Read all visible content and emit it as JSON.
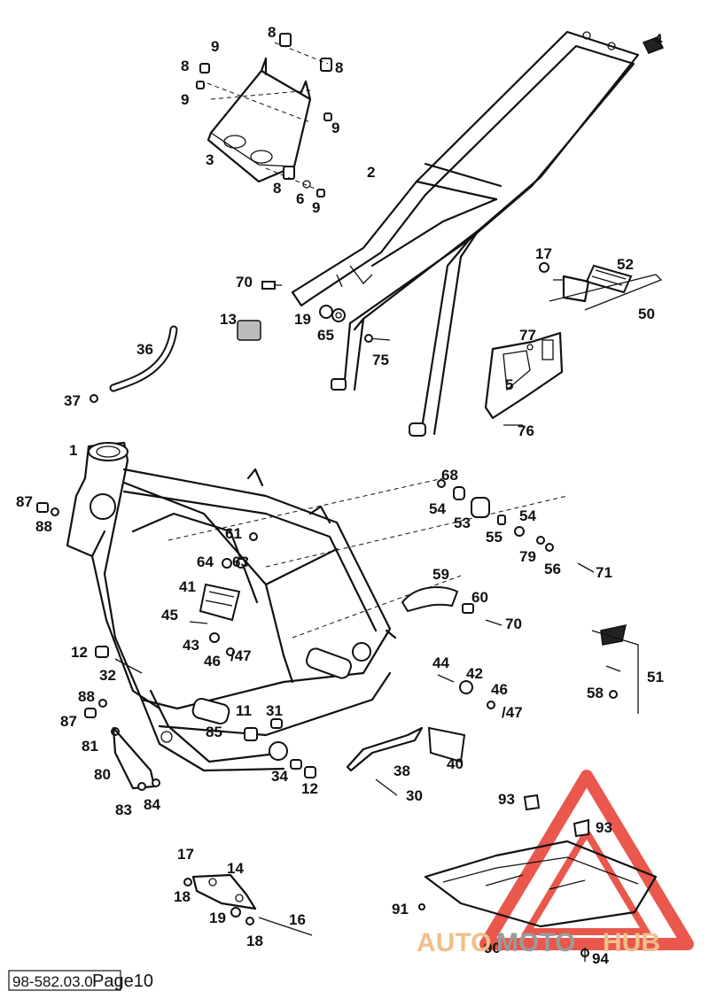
{
  "diagram": {
    "labels": [
      {
        "id": "l1",
        "text": "9"
      },
      {
        "id": "l2",
        "text": "8"
      },
      {
        "id": "l3",
        "text": "8"
      },
      {
        "id": "l4",
        "text": "8"
      },
      {
        "id": "l5",
        "text": "9"
      },
      {
        "id": "l6",
        "text": "9"
      },
      {
        "id": "l7",
        "text": "3"
      },
      {
        "id": "l8",
        "text": "8"
      },
      {
        "id": "l9",
        "text": "6"
      },
      {
        "id": "l10",
        "text": "9"
      },
      {
        "id": "l11",
        "text": "4"
      },
      {
        "id": "l12",
        "text": "2"
      },
      {
        "id": "l13",
        "text": "17"
      },
      {
        "id": "l14",
        "text": "52"
      },
      {
        "id": "l15",
        "text": "50"
      },
      {
        "id": "l16",
        "text": "70"
      },
      {
        "id": "l17",
        "text": "13"
      },
      {
        "id": "l18",
        "text": "19"
      },
      {
        "id": "l19",
        "text": "65"
      },
      {
        "id": "l20",
        "text": "75"
      },
      {
        "id": "l21",
        "text": "77"
      },
      {
        "id": "l22",
        "text": "5"
      },
      {
        "id": "l23",
        "text": "76"
      },
      {
        "id": "l24",
        "text": "36"
      },
      {
        "id": "l25",
        "text": "37"
      },
      {
        "id": "l26",
        "text": "1"
      },
      {
        "id": "l27",
        "text": "87"
      },
      {
        "id": "l28",
        "text": "88"
      },
      {
        "id": "l29",
        "text": "68"
      },
      {
        "id": "l30",
        "text": "54"
      },
      {
        "id": "l31",
        "text": "53"
      },
      {
        "id": "l32",
        "text": "54"
      },
      {
        "id": "l33",
        "text": "55"
      },
      {
        "id": "l34",
        "text": "61"
      },
      {
        "id": "l35",
        "text": "64"
      },
      {
        "id": "l36",
        "text": "63"
      },
      {
        "id": "l37",
        "text": "79"
      },
      {
        "id": "l38",
        "text": "56"
      },
      {
        "id": "l39",
        "text": "71"
      },
      {
        "id": "l40",
        "text": "41"
      },
      {
        "id": "l41",
        "text": "59"
      },
      {
        "id": "l42",
        "text": "60"
      },
      {
        "id": "l43",
        "text": "45"
      },
      {
        "id": "l44",
        "text": "70"
      },
      {
        "id": "l45",
        "text": "43"
      },
      {
        "id": "l46",
        "text": "46"
      },
      {
        "id": "l47",
        "text": "/47"
      },
      {
        "id": "l48",
        "text": "12"
      },
      {
        "id": "l49",
        "text": "32"
      },
      {
        "id": "l50",
        "text": "44"
      },
      {
        "id": "l51",
        "text": "42"
      },
      {
        "id": "l52",
        "text": "51"
      },
      {
        "id": "l53",
        "text": "46"
      },
      {
        "id": "l54",
        "text": "/47"
      },
      {
        "id": "l55",
        "text": "58"
      },
      {
        "id": "l56",
        "text": "88"
      },
      {
        "id": "l57",
        "text": "87"
      },
      {
        "id": "l58",
        "text": "11"
      },
      {
        "id": "l59",
        "text": "31"
      },
      {
        "id": "l60",
        "text": "81"
      },
      {
        "id": "l61",
        "text": "85"
      },
      {
        "id": "l62",
        "text": "38"
      },
      {
        "id": "l63",
        "text": "40"
      },
      {
        "id": "l64",
        "text": "80"
      },
      {
        "id": "l65",
        "text": "34"
      },
      {
        "id": "l66",
        "text": "12"
      },
      {
        "id": "l67",
        "text": "30"
      },
      {
        "id": "l68",
        "text": "83"
      },
      {
        "id": "l69",
        "text": "84"
      },
      {
        "id": "l70",
        "text": "93"
      },
      {
        "id": "l71",
        "text": "93"
      },
      {
        "id": "l72",
        "text": "17"
      },
      {
        "id": "l73",
        "text": "14"
      },
      {
        "id": "l74",
        "text": "18"
      },
      {
        "id": "l75",
        "text": "19"
      },
      {
        "id": "l76",
        "text": "16"
      },
      {
        "id": "l77",
        "text": "18"
      },
      {
        "id": "l78",
        "text": "91"
      },
      {
        "id": "l79",
        "text": "90"
      },
      {
        "id": "l80",
        "text": "94"
      }
    ]
  },
  "footer": {
    "code": "98-582.03.0",
    "page": "Page10"
  },
  "watermark": {
    "part1": "AUTO",
    "part2": "MOTO",
    "part3": "HUB"
  },
  "colors": {
    "ink": "#111111",
    "watermark_red": "#e63a2e",
    "watermark_orange": "#f0c08a",
    "watermark_gray": "#9a9a9a"
  }
}
